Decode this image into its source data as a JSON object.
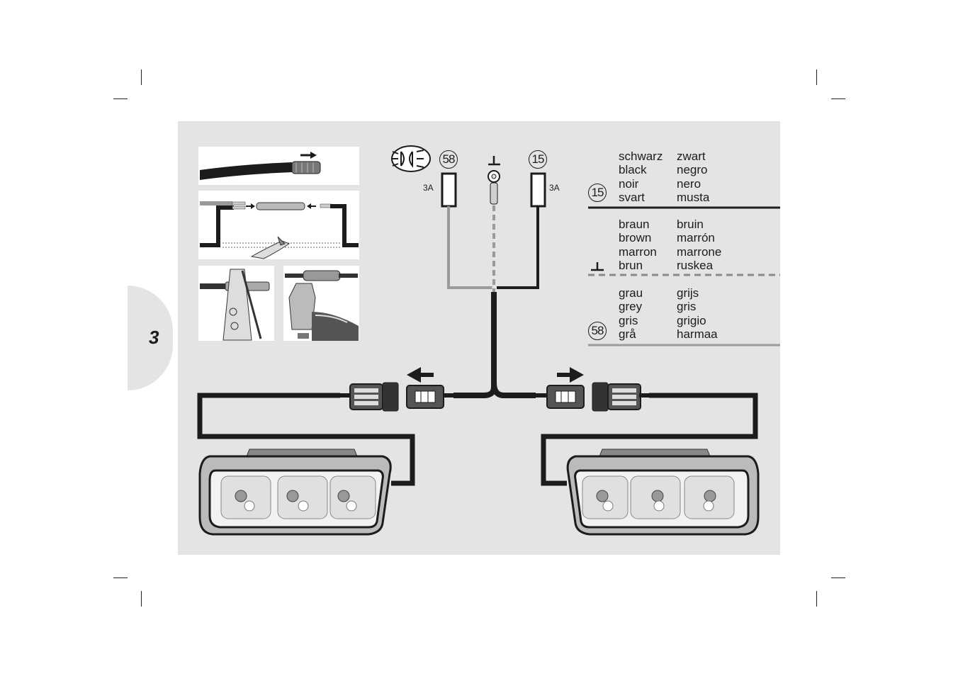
{
  "page": {
    "chapter_number": "3"
  },
  "diagram": {
    "terminal_15": "15",
    "terminal_58": "58",
    "fuse_left_rating": "3A",
    "fuse_right_rating": "3A",
    "ground_symbol": "┴"
  },
  "legend": {
    "rows": [
      {
        "badge": "15",
        "col1": [
          "schwarz",
          "black",
          "noir",
          "svart"
        ],
        "col2": [
          "zwart",
          "negro",
          "nero",
          "musta"
        ],
        "line_style": "solid-black"
      },
      {
        "badge": "┴",
        "col1": [
          "braun",
          "brown",
          "marron",
          "brun"
        ],
        "col2": [
          "bruin",
          "marrón",
          "marrone",
          "ruskea"
        ],
        "line_style": "dashed-grey"
      },
      {
        "badge": "58",
        "col1": [
          "grau",
          "grey",
          "gris",
          "grå"
        ],
        "col2": [
          "grijs",
          "gris",
          "grigio",
          "harmaa"
        ],
        "line_style": "solid-grey"
      }
    ]
  },
  "colors": {
    "panel": "#e3e4e6",
    "wire_black": "#1c1c1c",
    "wire_grey": "#9a9a9a"
  }
}
